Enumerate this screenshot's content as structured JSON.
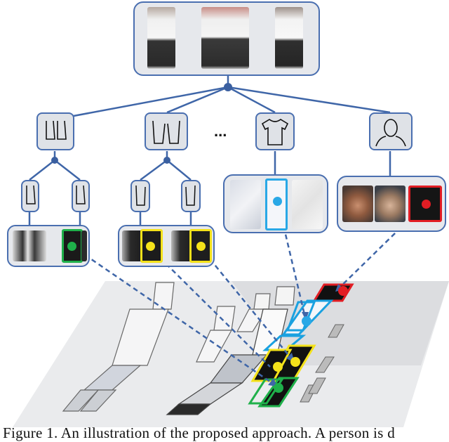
{
  "figure": {
    "ellipsis": "...",
    "caption": "Figure 1. An illustration of the proposed approach. A person is d"
  },
  "nodes": {
    "root": "person-images",
    "mid": [
      "feet-part",
      "legs-part",
      "torso-part",
      "head-part"
    ],
    "leaves": [
      "left-foot",
      "right-foot",
      "left-leg",
      "right-leg"
    ]
  },
  "colors": {
    "edge": "#3f66a8",
    "node": "#3a5fa0",
    "green": "#1fb04a",
    "yellow": "#f4e21a",
    "cyan": "#29a8e6",
    "red": "#e21d24"
  }
}
